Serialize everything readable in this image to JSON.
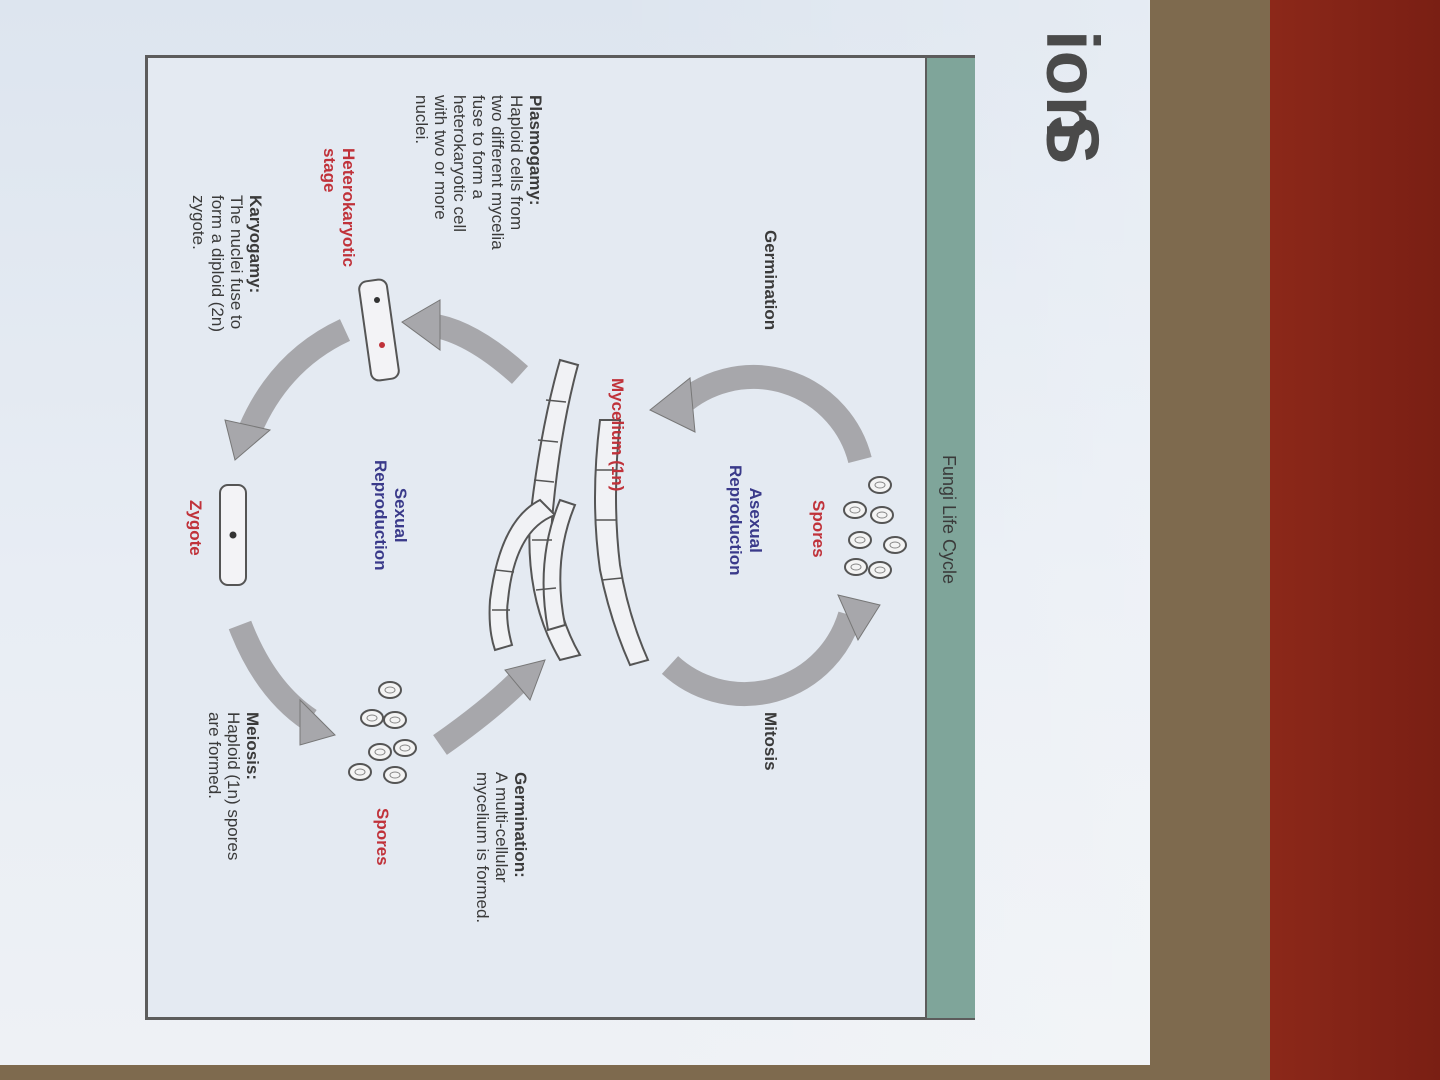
{
  "slide": {
    "heading_fragment_top": "ion",
    "heading_fragment_bottom": "S"
  },
  "diagram": {
    "title": "Fungi Life Cycle",
    "spores_top": "Spores",
    "asexual": "Asexual\nReproduction",
    "germination_top": "Germination",
    "mitosis": "Mitosis",
    "mycelium": "Mycelium (1n)",
    "sexual": "Sexual\nReproduction",
    "plasmogamy_title": "Plasmogamy:",
    "plasmogamy_text": "Haploid cells from\ntwo different mycelia\nfuse to form a\nheterokaryotic cell\nwith two or more\nnuclei.",
    "heterokaryotic": "Heterokaryotic\nstage",
    "karyogamy_title": "Karyogamy:",
    "karyogamy_text": "The nuclei fuse to\nform a diploid (2n)\nzygote.",
    "zygote": "Zygote",
    "spores_bottom": "Spores",
    "meiosis_title": "Meiosis:",
    "meiosis_text": "Haploid (1n) spores\nare formed.",
    "germination_bottom_title": "Germination:",
    "germination_bottom_text": "A multi-cellular\nmycelium is formed."
  },
  "colors": {
    "band": "#7fa59a",
    "label_red": "#c0323a",
    "label_blue": "#3a3a8a",
    "arrow": "#a7a7ab"
  }
}
